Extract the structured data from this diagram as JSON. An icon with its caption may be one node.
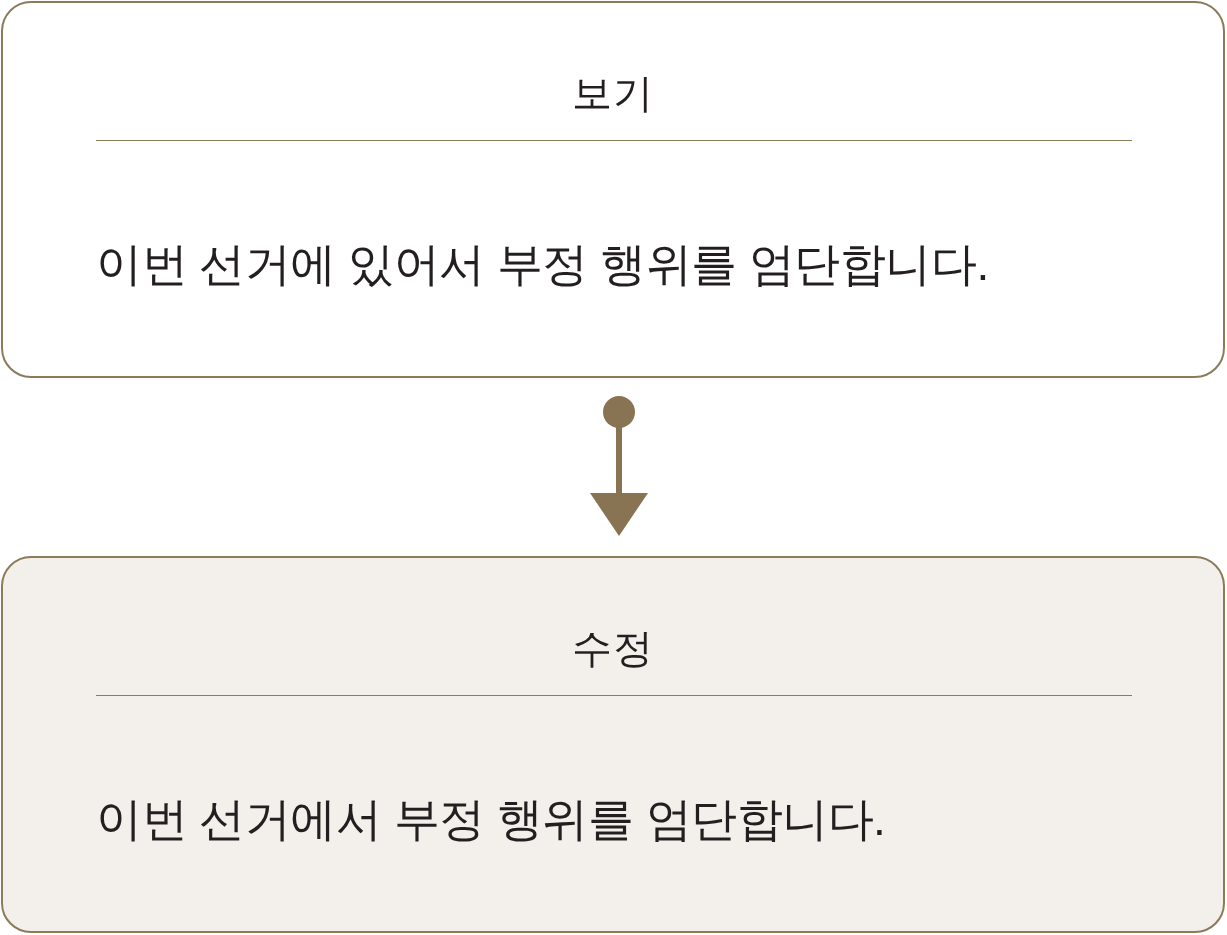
{
  "diagram": {
    "nodes": [
      {
        "text": [
          "보기",
          "이번 선거에 있어서 부정 행위를 엄단합니다."
        ]
      },
      {
        "text": [
          "수정",
          "이번 선거에서 부정 행위를 엄단합니다."
        ]
      }
    ],
    "edges": [
      {
        "from": 0,
        "to": 1,
        "arrow": "to"
      }
    ]
  }
}
